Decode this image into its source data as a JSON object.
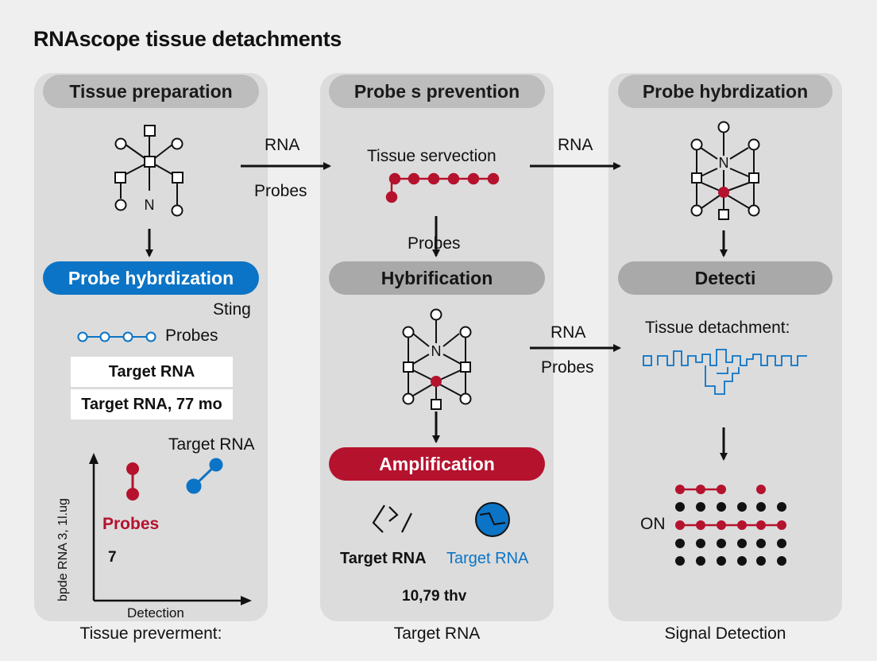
{
  "title": "RNAscope tissue detachments",
  "panels": [
    {
      "header": "Tissue preparation",
      "stage2": "Probe hybrdization",
      "sting": "Sting",
      "probes_legend": "Probes",
      "table": [
        "Target RNA",
        "Target RNA, 77 mo"
      ],
      "chart": {
        "target_label": "Target RNA",
        "probes_label": "Probes",
        "value_label": "7",
        "ylabel": "bpde RNA 3, 1l.ug",
        "xlabel": "Detection"
      },
      "footer": "Tissue preverment:"
    },
    {
      "header": "Probe s prevention",
      "top_label": "Tissue servection",
      "probes_label": "Probes",
      "stage2": "Hybrification",
      "stage3": "Amplification",
      "result_left": "Target RNA",
      "result_right": "Target RNA",
      "value": "10,79 thv",
      "footer": "Target RNA"
    },
    {
      "header": "Probe hybrdization",
      "stage2": "Detecti",
      "detachment_label": "Tissue detachment:",
      "on_label": "ON",
      "footer": "Signal Detection"
    }
  ],
  "arrows": [
    {
      "top": "RNA",
      "bottom": "Probes"
    },
    {
      "top": "RNA",
      "bottom": ""
    },
    {
      "top": "RNA",
      "bottom": "Probes"
    }
  ],
  "molecule_center_label": "N",
  "colors": {
    "red": "#b5122e",
    "blue": "#0b74c6",
    "panel": "#dcdcdc",
    "pill_gray": "#bdbdbd"
  }
}
